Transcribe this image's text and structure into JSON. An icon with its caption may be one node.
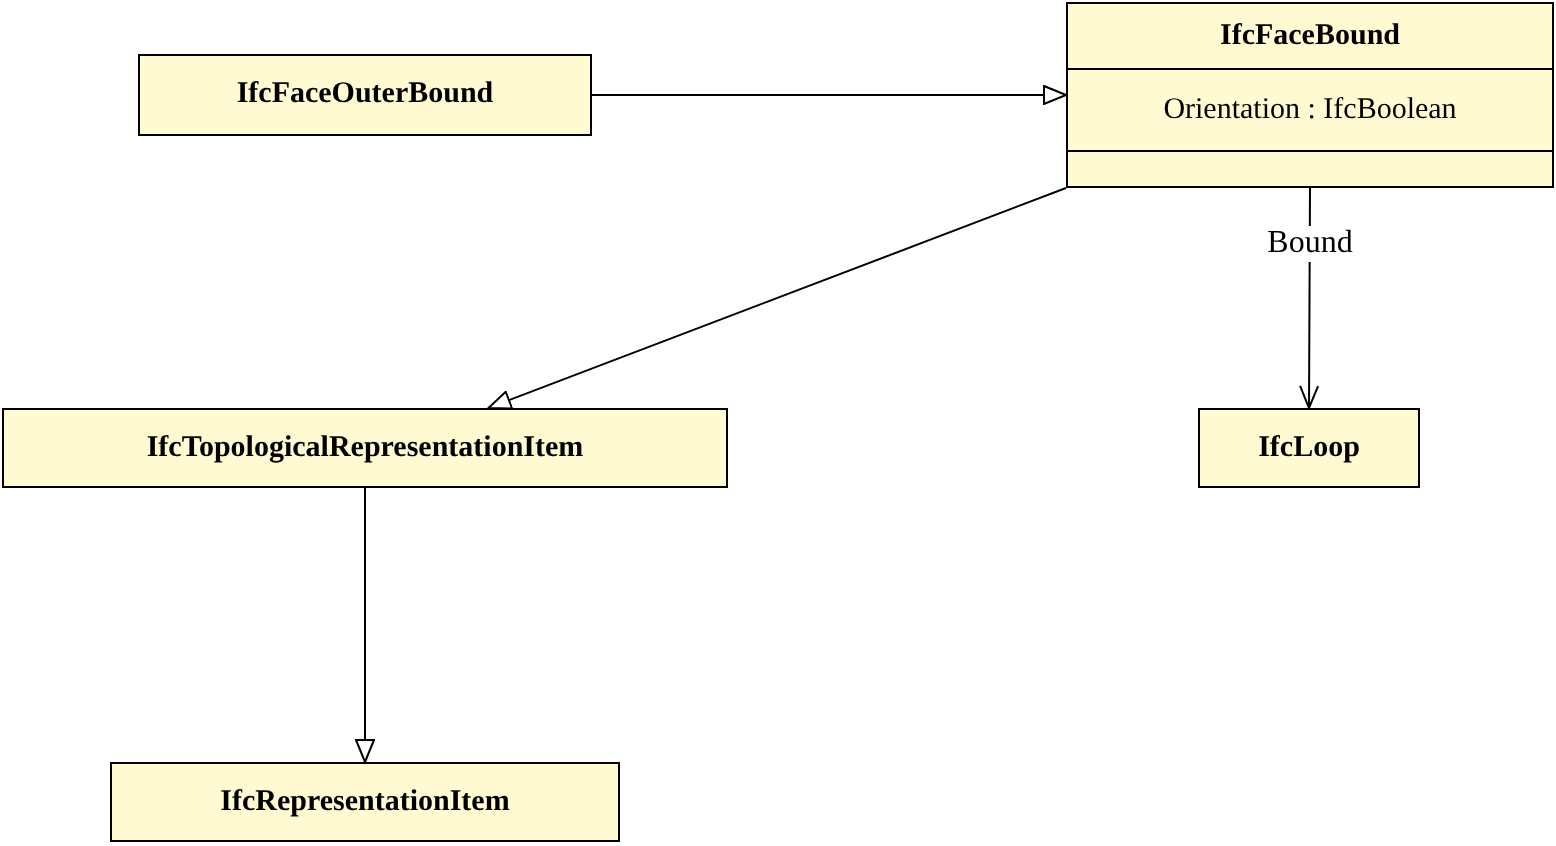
{
  "diagram": {
    "nodes": [
      {
        "text": [
          "IfcFaceOuterBound"
        ]
      },
      {
        "text": [
          "IfcFaceBound",
          "Orientation : IfcBoolean"
        ]
      },
      {
        "text": [
          "IfcTopologicalRepresentationItem"
        ]
      },
      {
        "text": [
          "IfcLoop"
        ]
      },
      {
        "text": [
          "IfcRepresentationItem"
        ]
      }
    ],
    "edges": [
      {
        "from": 0,
        "to": 1,
        "arrow": "to"
      },
      {
        "from": 1,
        "to": 2,
        "arrow": "to"
      },
      {
        "from": 1,
        "to": 3,
        "arrow": "to",
        "label": "Bound"
      },
      {
        "from": 2,
        "to": 4,
        "arrow": "to"
      }
    ]
  }
}
